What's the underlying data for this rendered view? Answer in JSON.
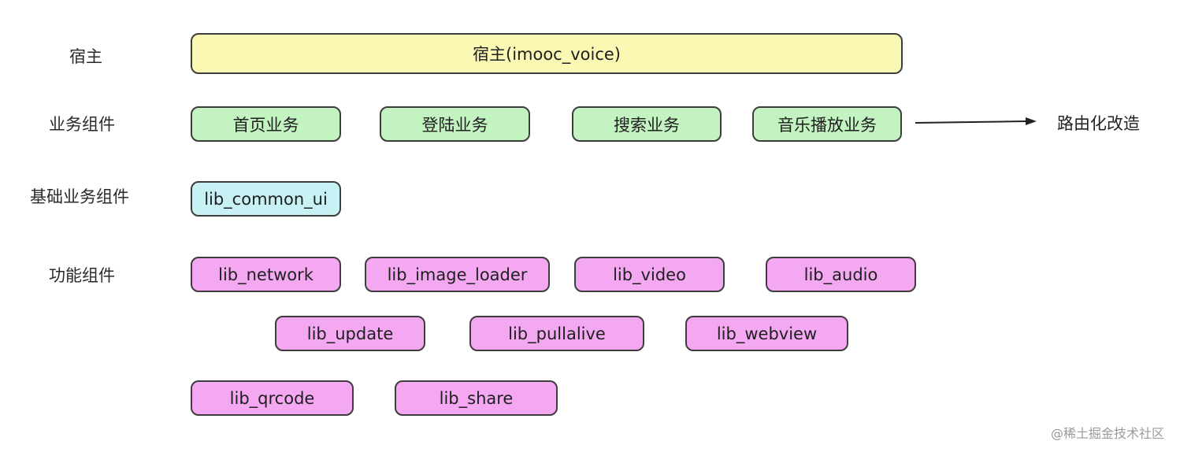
{
  "row_labels": {
    "host": "宿主",
    "business": "业务组件",
    "base_business": "基础业务组件",
    "function": "功能组件"
  },
  "host_box": {
    "label": "宿主(imooc_voice)"
  },
  "business_boxes": [
    "首页业务",
    "登陆业务",
    "搜索业务",
    "音乐播放业务"
  ],
  "base_boxes": [
    "lib_common_ui"
  ],
  "function_boxes": {
    "row1": [
      "lib_network",
      "lib_image_loader",
      "lib_video",
      "lib_audio"
    ],
    "row2": [
      "lib_update",
      "lib_pullalive",
      "lib_webview"
    ],
    "row3": [
      "lib_qrcode",
      "lib_share"
    ]
  },
  "arrow_target": "路由化改造",
  "watermark": "@稀土掘金技术社区",
  "colors": {
    "host": "#fbf8b3",
    "business": "#c3f3c0",
    "base": "#c7f1f4",
    "function": "#f4a8f2",
    "border": "#3d3d3d"
  }
}
